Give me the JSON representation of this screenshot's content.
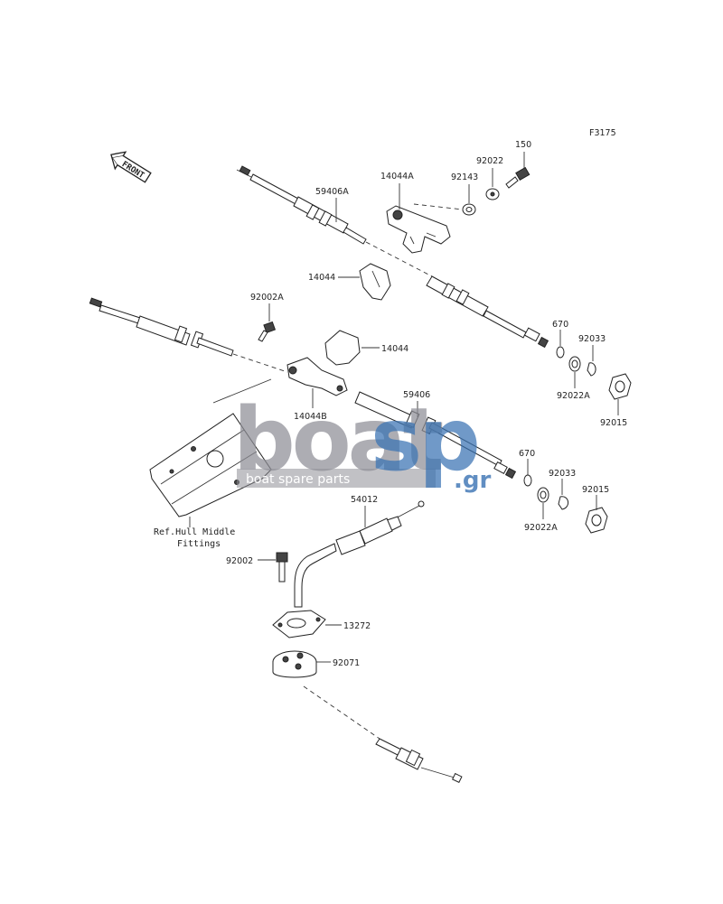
{
  "figure_code": "F3175",
  "direction_marker": "FRONT",
  "part_labels": {
    "p150": "150",
    "p92022": "92022",
    "p14044A": "14044A",
    "p92143": "92143",
    "p59406A": "59406A",
    "p14044_upper": "14044",
    "p92002A": "92002A",
    "p14044_lower": "14044",
    "p670_upper": "670",
    "p92033_upper": "92033",
    "p92022A_upper": "92022A",
    "p92015_upper": "92015",
    "p14044B": "14044B",
    "p59406": "59406",
    "p670_lower": "670",
    "p92033_lower": "92033",
    "p92015_lower": "92015",
    "p92022A_lower": "92022A",
    "p54012": "54012",
    "p92002": "92002",
    "p13272": "13272",
    "p92071": "92071"
  },
  "reference_note": {
    "line1": "Ref.Hull Middle",
    "line2": "Fittings"
  },
  "watermark": {
    "brand_grey": "boat",
    "brand_blue": "sp",
    "suffix": ".gr",
    "tagline": "boat spare parts",
    "grey_color": "#8e8e96",
    "blue_color": "#3a73b3"
  }
}
